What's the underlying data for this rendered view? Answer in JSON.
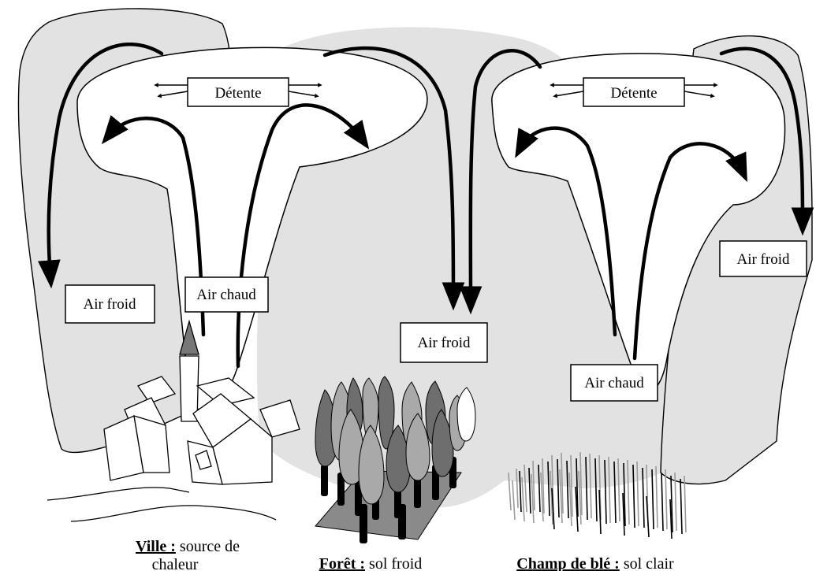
{
  "labels": {
    "detente_left": "Détente",
    "detente_right": "Détente",
    "air_froid_left": "Air froid",
    "air_chaud_left": "Air chaud",
    "air_froid_center": "Air froid",
    "air_chaud_right": "Air chaud",
    "air_froid_right": "Air froid"
  },
  "captions": {
    "ville_title": "Ville :",
    "ville_rest_line1": " source de",
    "ville_line2": "chaleur",
    "foret_title": "Forêt :",
    "foret_rest": " sol froid",
    "champ_title": "Champ de blé :",
    "champ_rest": " sol clair"
  },
  "colors": {
    "cloud_gray": "#e2e2e2",
    "cell_white": "#ffffff",
    "arrow_black": "#000000",
    "tree_dark": "#6e6e6e",
    "tree_light": "#a9a9a9",
    "forest_ground": "#8a8a8a"
  }
}
